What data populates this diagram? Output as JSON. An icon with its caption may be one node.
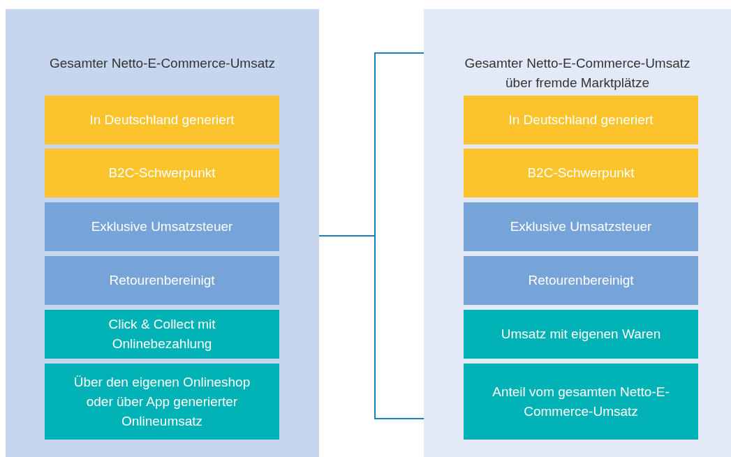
{
  "diagram": {
    "nodes": [
      {
        "text": [
          "Gesamter Netto-E-Commerce-Umsatz"
        ]
      },
      {
        "text": [
          "In Deutschland generiert"
        ],
        "in": 0
      },
      {
        "text": [
          "B2C-Schwerpunkt"
        ],
        "in": 0
      },
      {
        "text": [
          "Exklusive Umsatzsteuer"
        ],
        "in": 0
      },
      {
        "text": [
          "Retourenbereinigt"
        ],
        "in": 0
      },
      {
        "text": [
          "Click & Collect mit Onlinebezahlung"
        ],
        "in": 0
      },
      {
        "text": [
          "Über den eigenen Onlineshop oder über App generierter Onlineumsatz"
        ],
        "in": 0
      },
      {
        "text": [
          "Gesamter Netto-E-Commerce-Umsatz über fremde Marktplätze"
        ]
      },
      {
        "text": [
          "In Deutschland generiert"
        ],
        "in": 7
      },
      {
        "text": [
          "B2C-Schwerpunkt"
        ],
        "in": 7
      },
      {
        "text": [
          "Exklusive Umsatzsteuer"
        ],
        "in": 7
      },
      {
        "text": [
          "Retourenbereinigt"
        ],
        "in": 7
      },
      {
        "text": [
          "Umsatz mit eigenen Waren"
        ],
        "in": 7
      },
      {
        "text": [
          "Anteil vom gesamten Netto-E-Commerce-Umsatz"
        ],
        "in": 7
      }
    ],
    "edges": [
      {
        "from": 0,
        "to": 7,
        "arrow": "none"
      },
      {
        "from": 0,
        "to": 7,
        "arrow": "none"
      }
    ]
  }
}
